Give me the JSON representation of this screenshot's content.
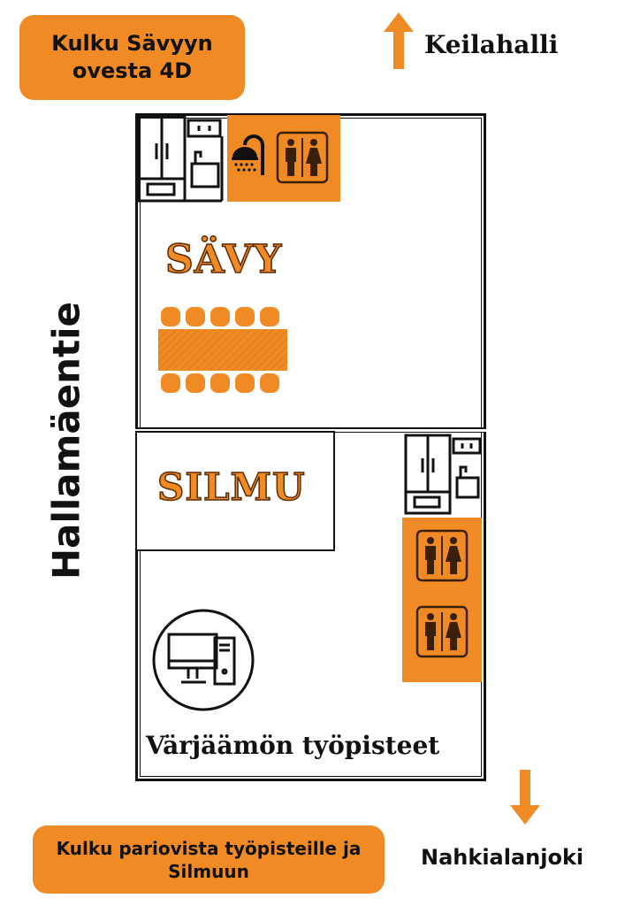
{
  "labels": {
    "entry_savy": "Kulku Sävyyn ovesta 4D",
    "north": "Keilahalli",
    "street": "Hallamäentie",
    "room_savy": "SÄVY",
    "room_silmu": "SILMU",
    "workstations": "Värjäämön työpisteet",
    "entry_workstations": "Kulku pariovista työpisteille ja Silmuun",
    "south": "Nahkialanjoki"
  },
  "colors": {
    "accent": "#f08a24",
    "ink": "#111111"
  }
}
